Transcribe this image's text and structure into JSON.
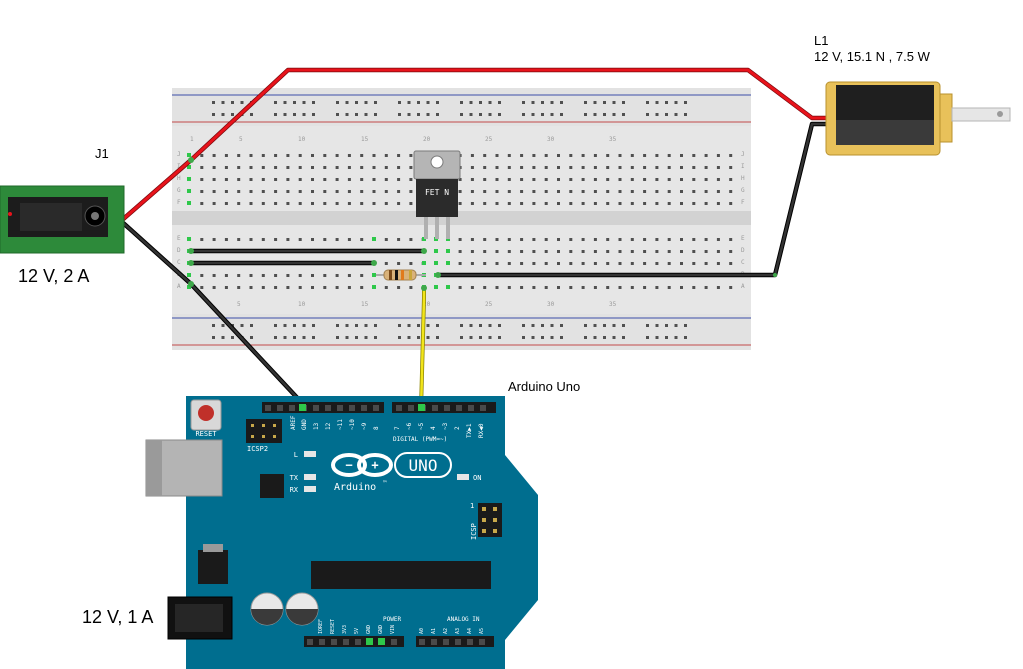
{
  "labels": {
    "jack_ref": "J1",
    "jack_rating": "12 V, 2 A",
    "solenoid_ref": "L1",
    "solenoid_rating": "12 V, 15.1 N , 7.5 W",
    "arduino_name": "Arduino Uno",
    "arduino_jack_rating": "12 V, 1 A"
  },
  "breadboard": {
    "col_numbers": [
      "1",
      "5",
      "10",
      "15",
      "20",
      "25",
      "30",
      "35"
    ],
    "row_letters_top": [
      "J",
      "I",
      "H",
      "G",
      "F"
    ],
    "row_letters_bottom": [
      "E",
      "D",
      "C",
      "B",
      "A"
    ]
  },
  "mosfet": {
    "marking": "FET N"
  },
  "arduino": {
    "reset": "RESET",
    "icsp2": "ICSP2",
    "icsp": "ICSP",
    "logo_text": "Arduino",
    "logo_tm": "™",
    "uno": "UNO",
    "on": "ON",
    "led_l": "L",
    "led_tx": "TX",
    "led_rx": "RX",
    "digital_header": "DIGITAL (PWM=~)",
    "power_header": "POWER",
    "analog_header": "ANALOG IN",
    "top_pins_left": [
      "AREF",
      "GND",
      "13",
      "12",
      "~11",
      "~10",
      "~9",
      "8"
    ],
    "top_pins_right": [
      "7",
      "~6",
      "~5",
      "4",
      "~3",
      "2",
      "TX▶1",
      "RX◀0"
    ],
    "power_pins": [
      "IOREF",
      "RESET",
      "3V3",
      "5V",
      "GND",
      "GND",
      "VIN"
    ],
    "analog_pins": [
      "A0",
      "A1",
      "A2",
      "A3",
      "A4",
      "A5"
    ],
    "icsp_one": "1"
  },
  "colors": {
    "wire_red": "#e8131b",
    "wire_black": "#1a1a1a",
    "wire_yellow": "#f2e51b",
    "pcb_teal": "#006e8f",
    "jack_board": "#2d8a3a",
    "solenoid_gold": "#e8c15a"
  }
}
